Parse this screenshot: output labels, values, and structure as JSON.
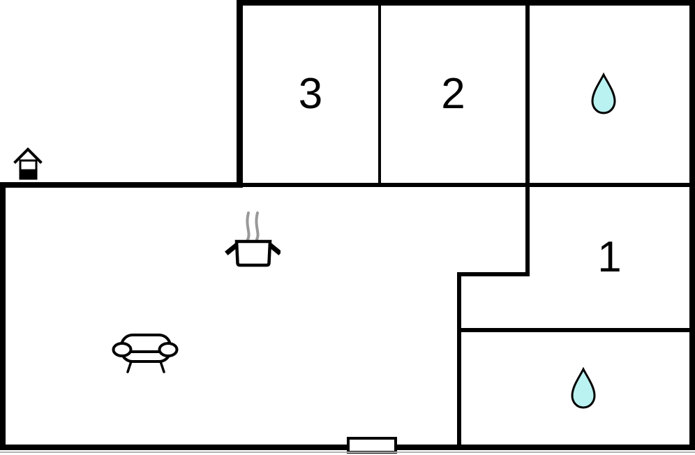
{
  "floorplan": {
    "rooms": [
      {
        "id": "room-3",
        "label": "3"
      },
      {
        "id": "room-2",
        "label": "2"
      },
      {
        "id": "room-1",
        "label": "1"
      },
      {
        "id": "room-top-right",
        "label": "",
        "icon": "water-drop-icon"
      },
      {
        "id": "room-bottom-right",
        "label": "",
        "icon": "water-drop-icon"
      },
      {
        "id": "living-kitchen-area",
        "label": "",
        "icons": [
          "cooking-pot-icon",
          "sofa-icon"
        ]
      }
    ],
    "markers": [
      {
        "id": "entrance",
        "icon": "house-icon"
      },
      {
        "id": "main-door",
        "icon": "door-opening"
      }
    ],
    "colors": {
      "background": "#ffffff",
      "wall": "#000000",
      "water_drop_fill": "#b9f2f0",
      "water_drop_outline": "#000000",
      "steam": "#999999",
      "frame_line": "#b3b3b3"
    }
  }
}
